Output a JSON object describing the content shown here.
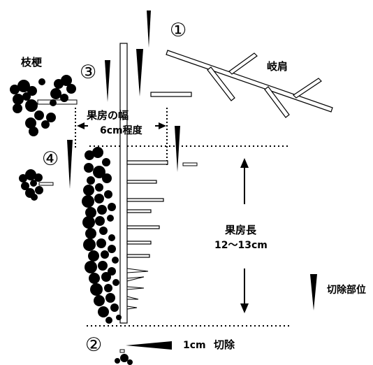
{
  "labels": {
    "marker_1": "①",
    "marker_2": "②",
    "marker_3": "③",
    "marker_4": "④",
    "shikou": "枝梗",
    "kigata": "岐肩",
    "kabou_haba": "果房の幅",
    "kabou_haba_value": "6cm程度",
    "kabouchou": "果房長",
    "kabouchou_value": "12～13cm",
    "setsujo_bui": "切除部位",
    "cut_amount": "1cm",
    "cut_word": "切除"
  },
  "colors": {
    "ink": "#000000",
    "paper": "#ffffff"
  },
  "icons": {
    "pointer": "black-wedge-pointer-icon",
    "cluster": "berry-cluster-icon",
    "stem": "rachis-stem-icon",
    "arrow": "vertical-double-arrow-icon"
  }
}
